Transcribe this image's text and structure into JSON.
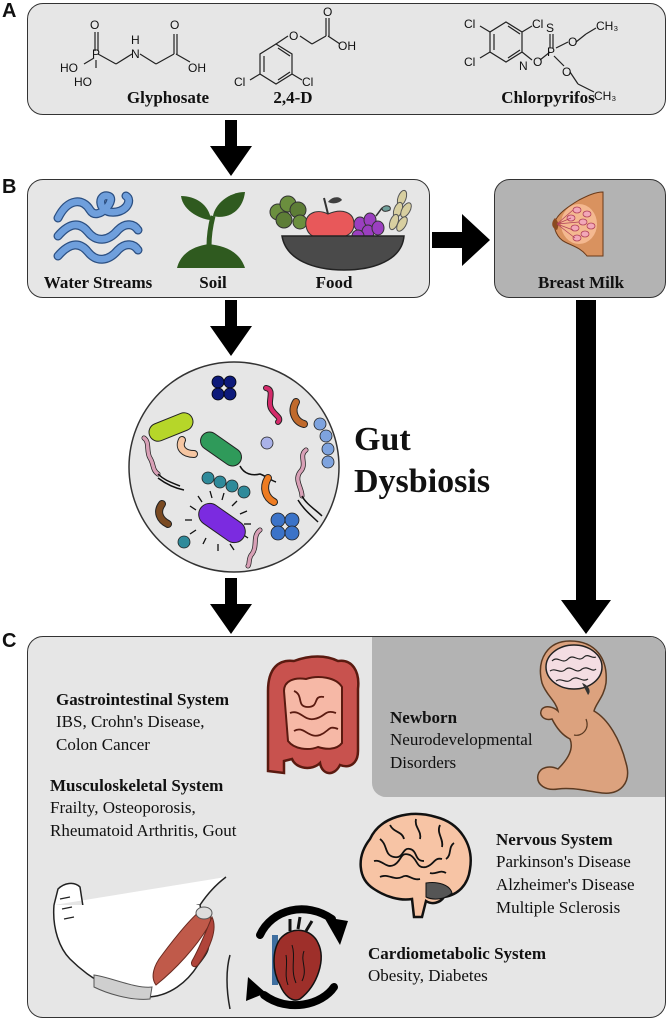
{
  "panels": {
    "a": {
      "letter": "A",
      "chemicals": [
        {
          "name": "Glyphosate",
          "icon": "glyphosate-structure"
        },
        {
          "name": "2,4-D",
          "icon": "24d-structure"
        },
        {
          "name": "Chlorpyrifos",
          "icon": "chlorpyrifos-structure"
        }
      ],
      "atom_labels": {
        "o": "O",
        "ho": "HO",
        "oh": "OH",
        "h": "H",
        "n": "N",
        "p": "P",
        "cl": "Cl",
        "s": "S",
        "ch3": "CH₃"
      }
    },
    "b": {
      "letter": "B",
      "sources": [
        {
          "name": "Water Streams",
          "icon": "water-waves-icon"
        },
        {
          "name": "Soil",
          "icon": "sprout-icon"
        },
        {
          "name": "Food",
          "icon": "food-bowl-icon"
        }
      ],
      "breast_milk": {
        "name": "Breast Milk",
        "icon": "breast-icon"
      }
    },
    "gut": {
      "line1": "Gut",
      "line2": "Dysbiosis",
      "icon": "bacteria-circle-icon"
    },
    "c": {
      "letter": "C",
      "systems": [
        {
          "title": "Gastrointestinal System",
          "lines": [
            "IBS, Crohn's Disease,",
            "Colon Cancer"
          ],
          "icon": "intestine-icon"
        },
        {
          "title": "Newborn",
          "lines": [
            "Neurodevelopmental",
            "Disorders"
          ],
          "icon": "fetus-icon"
        },
        {
          "title": "Musculoskeletal System",
          "lines": [
            "Frailty, Osteoporosis,",
            "Rheumatoid Arthritis, Gout"
          ],
          "icon": "arm-muscle-icon"
        },
        {
          "title": "Nervous System",
          "lines": [
            "Parkinson's Disease",
            "Alzheimer's Disease",
            "Multiple Sclerosis"
          ],
          "icon": "brain-icon"
        },
        {
          "title": "Cardiometabolic System",
          "lines": [
            "Obesity, Diabetes"
          ],
          "icon": "heart-icon"
        }
      ]
    }
  },
  "colors": {
    "box_light": "#e6e6e6",
    "box_dark": "#b3b3b3",
    "water": "#6f9fdc",
    "soil": "#2f5a1f",
    "bowl": "#4a4a4a",
    "apple": "#e8585a",
    "grape": "#9b3fc0",
    "intestine": "#c8524e",
    "intestine_inner": "#f6b8a6",
    "skin": "#dca27e",
    "brain": "#f7c4a5",
    "heart": "#9e2f2a"
  }
}
